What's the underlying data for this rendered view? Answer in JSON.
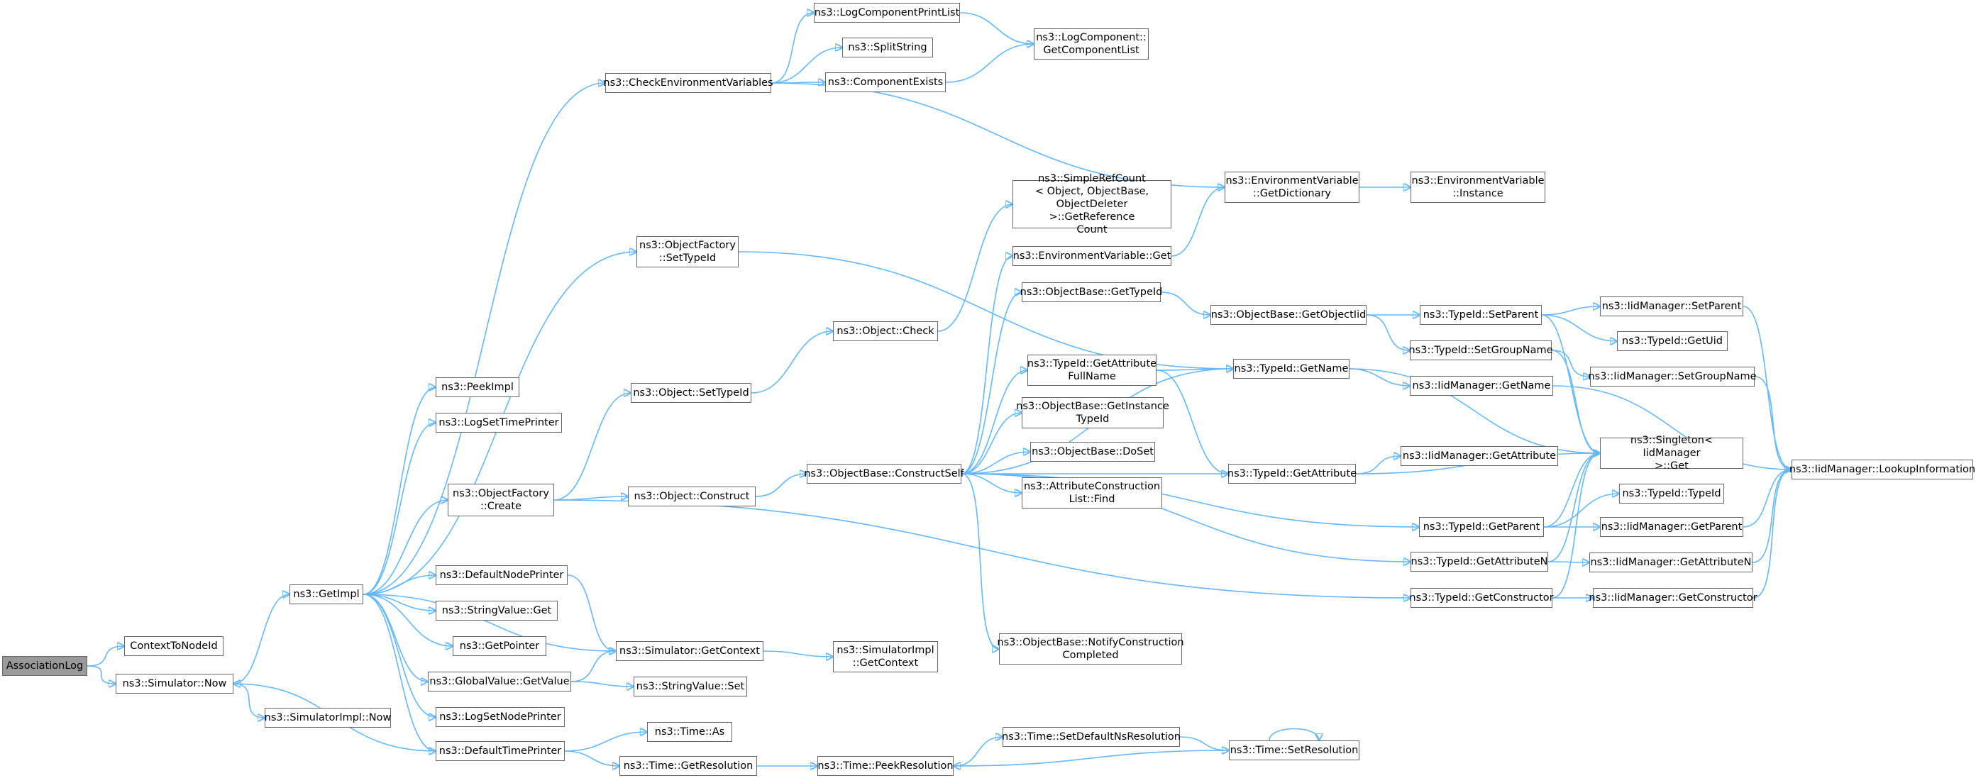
{
  "colors": {
    "edge": "#63b8ff",
    "node_border": "#666666",
    "root_fill": "#999999",
    "node_fill": "#ffffff"
  },
  "nodes": [
    {
      "id": "n0",
      "label": "AssociationLog",
      "root": true
    },
    {
      "id": "n1",
      "label": "ContextToNodeId"
    },
    {
      "id": "n2",
      "label": "ns3::Simulator::Now"
    },
    {
      "id": "n3",
      "label": "ns3::GetImpl"
    },
    {
      "id": "n4",
      "label": "ns3::SimulatorImpl::Now"
    },
    {
      "id": "n5",
      "label": "ns3::CheckEnvironmentVariables"
    },
    {
      "id": "n6",
      "label": "ns3::PeekImpl"
    },
    {
      "id": "n7",
      "label": "ns3::LogSetTimePrinter"
    },
    {
      "id": "n8",
      "label": "ns3::ObjectFactory\n::Create"
    },
    {
      "id": "n9",
      "label": "ns3::DefaultNodePrinter"
    },
    {
      "id": "n10",
      "label": "ns3::StringValue::Get"
    },
    {
      "id": "n11",
      "label": "ns3::GetPointer"
    },
    {
      "id": "n12",
      "label": "ns3::GlobalValue::GetValue"
    },
    {
      "id": "n13",
      "label": "ns3::LogSetNodePrinter"
    },
    {
      "id": "n14",
      "label": "ns3::DefaultTimePrinter"
    },
    {
      "id": "n15",
      "label": "ns3::LogComponentPrintList"
    },
    {
      "id": "n16",
      "label": "ns3::SplitString"
    },
    {
      "id": "n17",
      "label": "ns3::ComponentExists"
    },
    {
      "id": "n18",
      "label": "ns3::LogComponent::\nGetComponentList"
    },
    {
      "id": "n19",
      "label": "ns3::EnvironmentVariable\n::GetDictionary"
    },
    {
      "id": "n20",
      "label": "ns3::EnvironmentVariable\n::Instance"
    },
    {
      "id": "n21",
      "label": "ns3::ObjectFactory\n::SetTypeId"
    },
    {
      "id": "n22",
      "label": "ns3::Object::SetTypeId"
    },
    {
      "id": "n23",
      "label": "ns3::Object::Construct"
    },
    {
      "id": "n24",
      "label": "ns3::Object::Check"
    },
    {
      "id": "n25",
      "label": "ns3::ObjectBase::ConstructSelf"
    },
    {
      "id": "n26",
      "label": "ns3::Simulator::GetContext"
    },
    {
      "id": "n27",
      "label": "ns3::SimulatorImpl\n::GetContext"
    },
    {
      "id": "n28",
      "label": "ns3::StringValue::Set"
    },
    {
      "id": "n29",
      "label": "ns3::Time::As"
    },
    {
      "id": "n30",
      "label": "ns3::Time::GetResolution"
    },
    {
      "id": "n31",
      "label": "ns3::Time::PeekResolution"
    },
    {
      "id": "n32",
      "label": "ns3::Time::SetDefaultNsResolution"
    },
    {
      "id": "n33",
      "label": "ns3::Time::SetResolution"
    },
    {
      "id": "n34",
      "label": "ns3::SimpleRefCount\n< Object, ObjectBase,\n ObjectDeleter >::GetReference\nCount"
    },
    {
      "id": "n35",
      "label": "ns3::EnvironmentVariable::Get"
    },
    {
      "id": "n36",
      "label": "ns3::ObjectBase::GetTypeId"
    },
    {
      "id": "n37",
      "label": "ns3::TypeId::GetAttribute\nFullName"
    },
    {
      "id": "n38",
      "label": "ns3::ObjectBase::GetInstance\nTypeId"
    },
    {
      "id": "n39",
      "label": "ns3::ObjectBase::DoSet"
    },
    {
      "id": "n40",
      "label": "ns3::AttributeConstruction\nList::Find"
    },
    {
      "id": "n41",
      "label": "ns3::ObjectBase::NotifyConstruction\nCompleted"
    },
    {
      "id": "n42",
      "label": "ns3::ObjectBase::GetObjectIid"
    },
    {
      "id": "n43",
      "label": "ns3::TypeId::GetName"
    },
    {
      "id": "n44",
      "label": "ns3::TypeId::GetAttribute"
    },
    {
      "id": "n45",
      "label": "ns3::TypeId::GetParent"
    },
    {
      "id": "n46",
      "label": "ns3::TypeId::GetAttributeN"
    },
    {
      "id": "n47",
      "label": "ns3::TypeId::GetConstructor"
    },
    {
      "id": "n48",
      "label": "ns3::TypeId::SetParent"
    },
    {
      "id": "n49",
      "label": "ns3::TypeId::SetGroupName"
    },
    {
      "id": "n50",
      "label": "ns3::IidManager::GetName"
    },
    {
      "id": "n51",
      "label": "ns3::IidManager::GetAttribute"
    },
    {
      "id": "n52",
      "label": "ns3::Singleton< IidManager\n >::Get"
    },
    {
      "id": "n53",
      "label": "ns3::IidManager::SetParent"
    },
    {
      "id": "n54",
      "label": "ns3::TypeId::GetUid"
    },
    {
      "id": "n55",
      "label": "ns3::IidManager::SetGroupName"
    },
    {
      "id": "n56",
      "label": "ns3::TypeId::TypeId"
    },
    {
      "id": "n57",
      "label": "ns3::IidManager::GetParent"
    },
    {
      "id": "n58",
      "label": "ns3::IidManager::GetAttributeN"
    },
    {
      "id": "n59",
      "label": "ns3::IidManager::GetConstructor"
    },
    {
      "id": "n60",
      "label": "ns3::IidManager::LookupInformation"
    }
  ]
}
